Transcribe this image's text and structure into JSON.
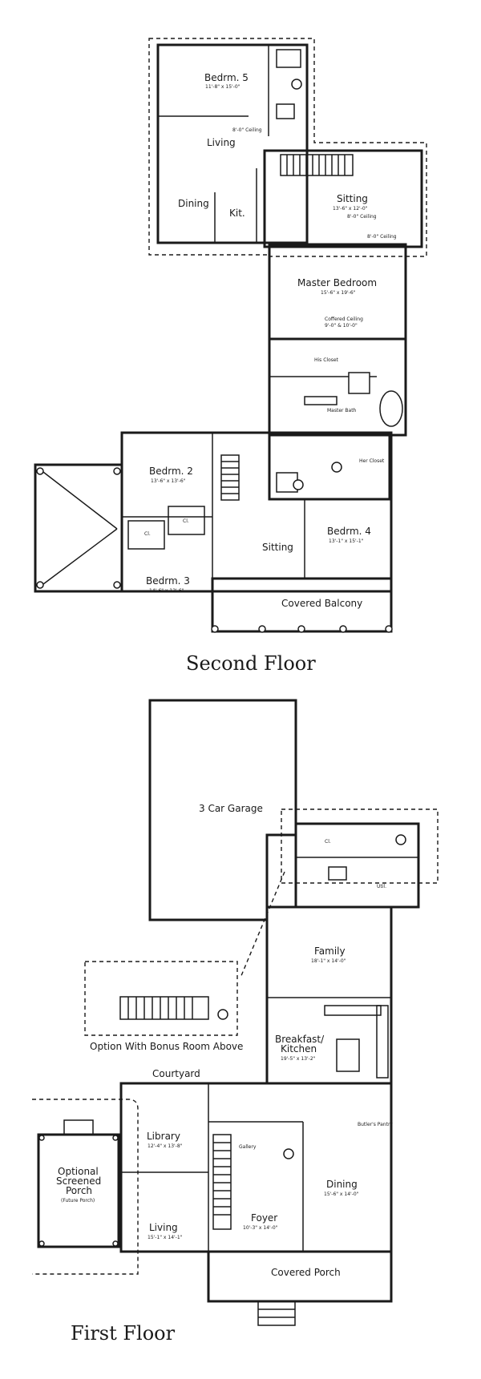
{
  "second_floor": {
    "title": "Second Floor",
    "rooms": {
      "bedrm5_top": "Bedrm. 5",
      "bedrm5_top_dim": "11'-8\" x 15'-0\"",
      "ceiling_note_1": "8'-0\" Ceiling",
      "living": "Living",
      "dining": "Dining",
      "kit": "Kit.",
      "sitting_top": "Sitting",
      "sitting_top_dim": "13'-6\" x 12'-0\"",
      "ceiling_note_2": "8'-0\" Ceiling",
      "ceiling_note_3": "8'-0\" Ceiling",
      "master_bedroom": "Master Bedroom",
      "master_bedroom_dim": "15'-6\" x 19'-6\"",
      "master_ceiling_note_1": "Coffered Ceiling",
      "master_ceiling_note_2": "9'-0\" & 10'-0\"",
      "his_closet": "His Closet",
      "master_bath": "Master Bath",
      "her_closet": "Her Closet",
      "bedrm2": "Bedrm. 2",
      "bedrm2_dim": "13'-6\" x 13'-6\"",
      "cl": "Cl.",
      "sitting_mid": "Sitting",
      "bedrm4": "Bedrm. 4",
      "bedrm4_dim": "13'-1\" x 15'-1\"",
      "bedrm3": "Bedrm. 3",
      "bedrm3_dim": "14'-6\" x 12'-6\"",
      "covered_balcony": "Covered Balcony"
    }
  },
  "first_floor": {
    "title": "First Floor",
    "rooms": {
      "garage": "3 Car Garage",
      "cl": "Cl.",
      "util": "Util.",
      "family": "Family",
      "family_dim": "18'-1\" x 14'-0\"",
      "option_bonus": "Option With Bonus Room Above",
      "breakfast_kitchen_1": "Breakfast/",
      "breakfast_kitchen_2": "Kitchen",
      "breakfast_kitchen_dim": "19'-5\" x 13'-2\"",
      "courtyard": "Courtyard",
      "butler": "Butler's Pantry",
      "library": "Library",
      "library_dim": "12'-4\" x 13'-8\"",
      "gallery": "Gallery",
      "optional_porch_1": "Optional",
      "optional_porch_2": "Screened",
      "optional_porch_3": "Porch",
      "optional_porch_note": "(Future Porch)",
      "dining": "Dining",
      "dining_dim": "15'-6\" x 14'-0\"",
      "foyer": "Foyer",
      "foyer_dim": "10'-3\" x 14'-0\"",
      "living": "Living",
      "living_dim": "15'-1\" x 14'-1\"",
      "covered_porch": "Covered Porch"
    }
  }
}
